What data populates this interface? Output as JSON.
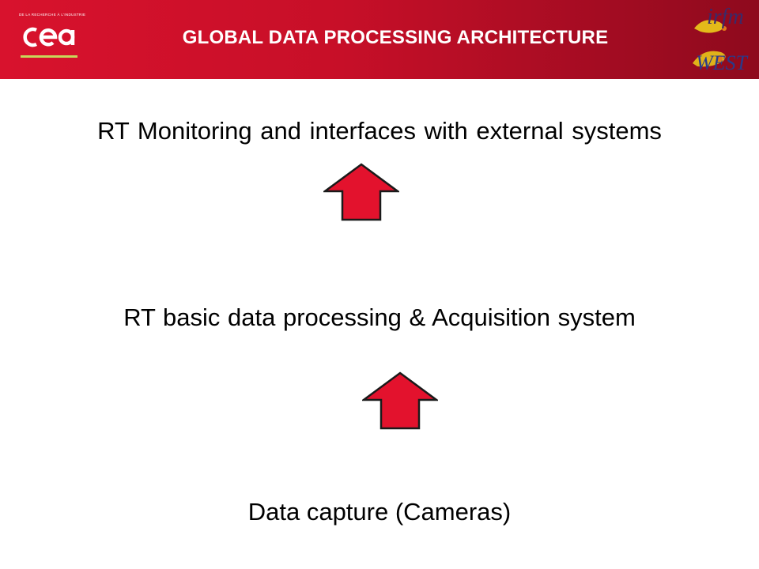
{
  "header": {
    "title": "GLOBAL DATA PROCESSING ARCHITECTURE",
    "background_color": "#c70f28"
  },
  "logos": {
    "cea_tagline": "DE LA RECHERCHE À L'INDUSTRIE",
    "cea_wordmark": "cea",
    "irfm_wordmark": "irfm",
    "west_wordmark": "WEST"
  },
  "diagram": {
    "levels": [
      {
        "id": "monitoring",
        "label": "RT Monitoring and interfaces with external systems"
      },
      {
        "id": "processing",
        "label": "RT basic data processing  &  Acquisition system"
      },
      {
        "id": "capture",
        "label": "Data capture (Cameras)"
      }
    ],
    "arrows": [
      {
        "from": "processing",
        "to": "monitoring",
        "direction": "up",
        "icon": "up-arrow-icon"
      },
      {
        "from": "capture",
        "to": "processing",
        "direction": "up",
        "icon": "up-arrow-icon"
      }
    ],
    "arrow_fill": "#e3122d",
    "arrow_stroke": "#1a1a1a"
  }
}
